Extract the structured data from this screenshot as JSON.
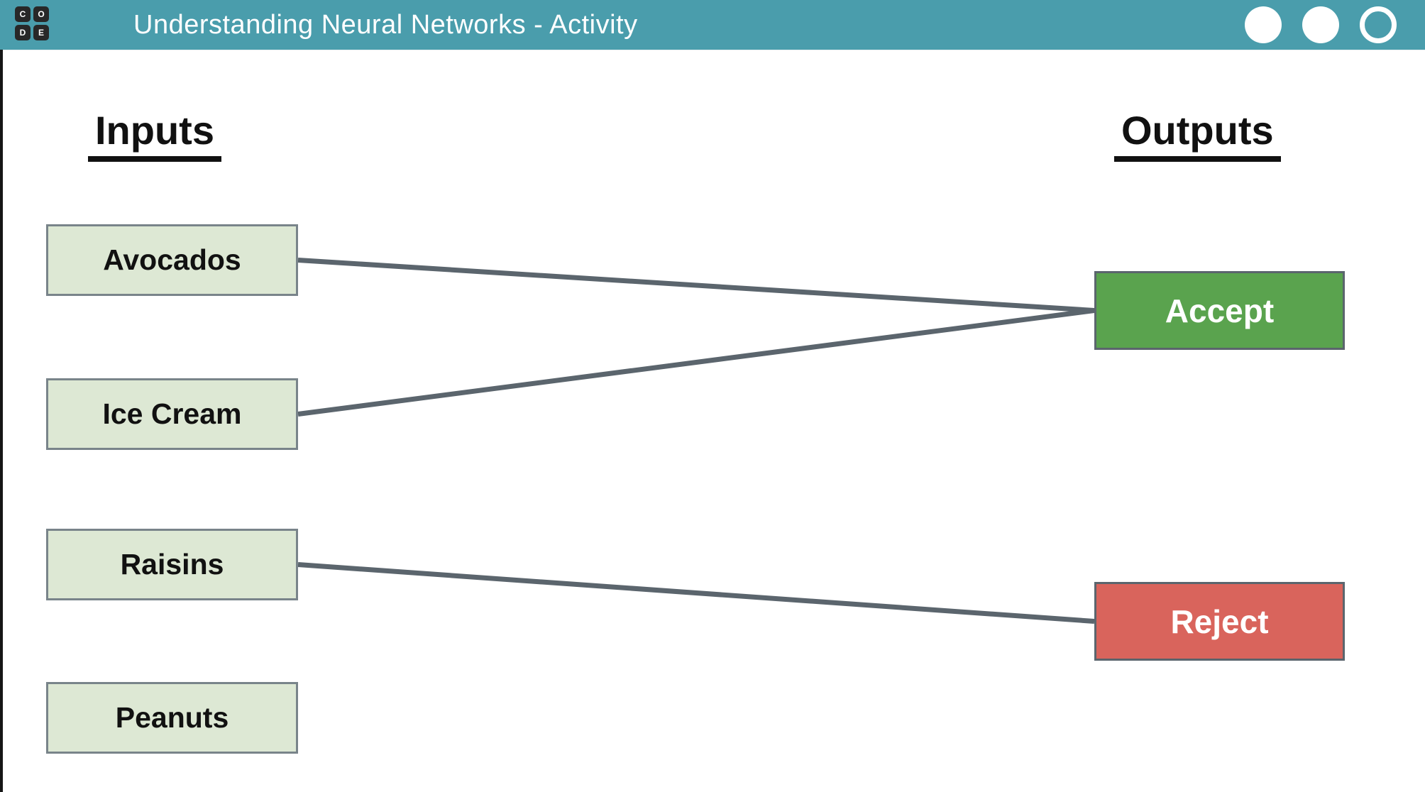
{
  "header": {
    "title": "Understanding Neural Networks - Activity",
    "logo_letters": [
      "C",
      "O",
      "D",
      "E"
    ],
    "progress_dots": [
      {
        "state": "filled"
      },
      {
        "state": "filled"
      },
      {
        "state": "outlined"
      }
    ]
  },
  "columns": {
    "inputs_heading": "Inputs",
    "outputs_heading": "Outputs"
  },
  "nodes": {
    "inputs": [
      {
        "id": "avocados",
        "label": "Avocados"
      },
      {
        "id": "ice-cream",
        "label": "Ice Cream"
      },
      {
        "id": "raisins",
        "label": "Raisins"
      },
      {
        "id": "peanuts",
        "label": "Peanuts"
      }
    ],
    "outputs": [
      {
        "id": "accept",
        "label": "Accept",
        "color": "#5aa34e"
      },
      {
        "id": "reject",
        "label": "Reject",
        "color": "#d9645c"
      }
    ]
  },
  "connections": [
    {
      "from": "avocados",
      "to": "accept"
    },
    {
      "from": "ice-cream",
      "to": "accept"
    },
    {
      "from": "raisins",
      "to": "reject"
    }
  ],
  "colors": {
    "header_bg": "#4a9dac",
    "input_box_bg": "#dde8d4",
    "accept_bg": "#5aa34e",
    "reject_bg": "#d9645c",
    "wire": "#5b656d",
    "box_border": "#79848a"
  }
}
